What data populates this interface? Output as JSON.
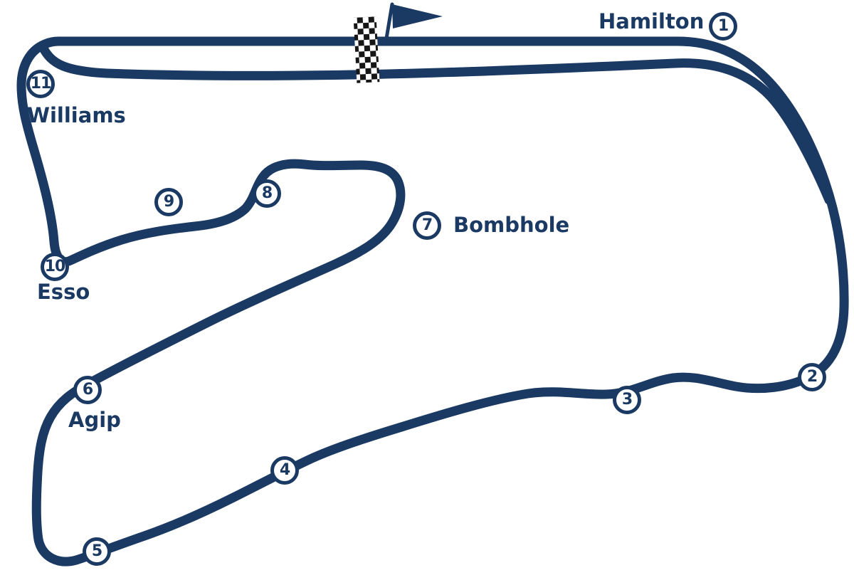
{
  "map": {
    "type": "race-circuit-map",
    "direction": "clockwise",
    "colors": {
      "track": "#1b3a63",
      "marker_fill": "#ffffff",
      "checker_dark": "#161616",
      "background": "#ffffff"
    },
    "start": {
      "flag_icon": "direction-flag-icon",
      "start_line": "checkered-start-finish-line"
    },
    "turns": [
      {
        "number": "1",
        "label": "Hamilton"
      },
      {
        "number": "2",
        "label": ""
      },
      {
        "number": "3",
        "label": ""
      },
      {
        "number": "4",
        "label": ""
      },
      {
        "number": "5",
        "label": ""
      },
      {
        "number": "6",
        "label": "Agip"
      },
      {
        "number": "7",
        "label": "Bombhole"
      },
      {
        "number": "8",
        "label": ""
      },
      {
        "number": "9",
        "label": ""
      },
      {
        "number": "10",
        "label": "Esso"
      },
      {
        "number": "11",
        "label": "Williams"
      }
    ]
  }
}
